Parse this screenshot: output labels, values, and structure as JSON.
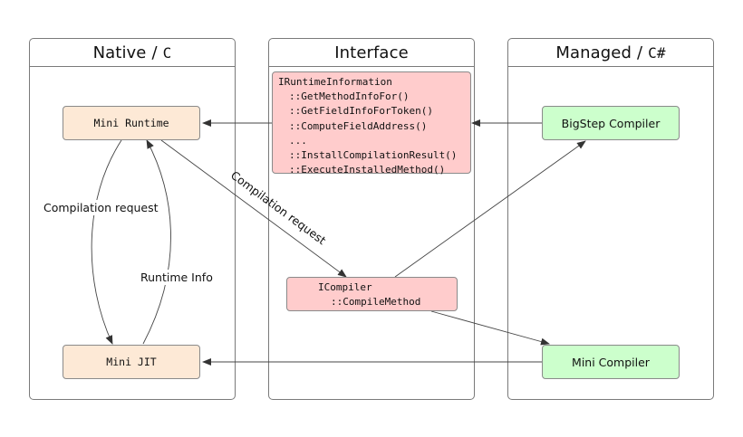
{
  "columns": {
    "native": {
      "title": "Native",
      "sep": "/",
      "lang": "C"
    },
    "interface": {
      "title": "Interface"
    },
    "managed": {
      "title": "Managed",
      "sep": "/",
      "lang": "C#"
    }
  },
  "nodes": {
    "mini_runtime": "Mini Runtime",
    "mini_jit": "Mini JIT",
    "runtime_information": {
      "name": "IRuntimeInformation",
      "methods": [
        "::GetMethodInfoFor()",
        "::GetFieldInfoForToken()",
        "::ComputeFieldAddress()",
        "...",
        "::InstallCompilationResult()",
        "::ExecuteInstalledMethod()"
      ]
    },
    "icompiler": {
      "name": "ICompiler",
      "method": "::CompileMethod"
    },
    "bigstep_compiler": "BigStep Compiler",
    "mini_compiler": "Mini Compiler"
  },
  "edge_labels": {
    "compilation_request_left": "Compilation request",
    "runtime_info": "Runtime Info",
    "compilation_request_diag": "Compilation request"
  },
  "colors": {
    "native_fill": "#fde9d6",
    "interface_fill": "#ffcccc",
    "managed_fill": "#ccffcc",
    "border": "#7a7a7a",
    "edge": "#333333"
  }
}
